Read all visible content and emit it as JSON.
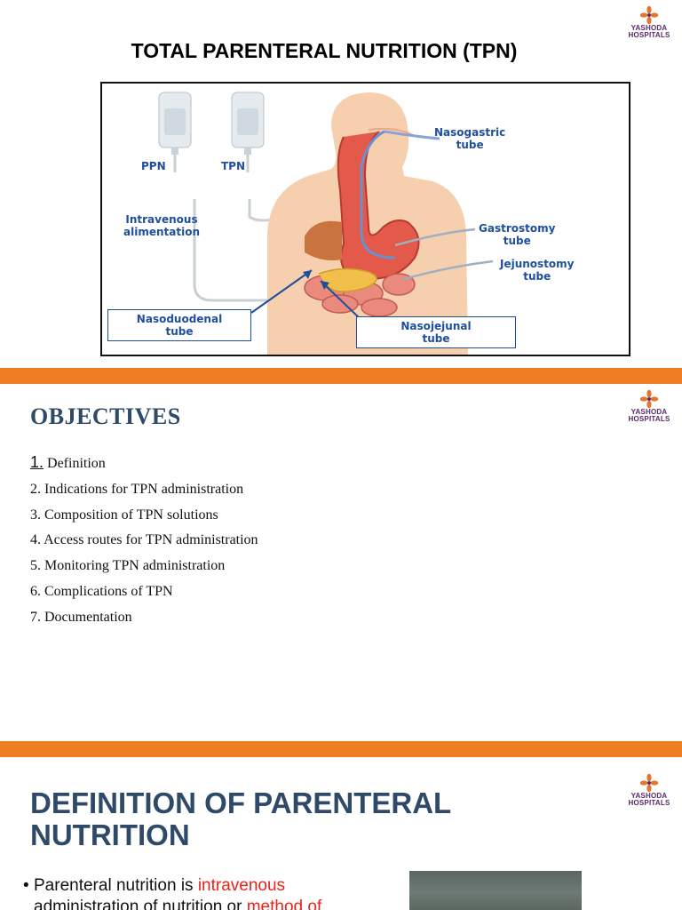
{
  "logo": {
    "line1": "YASHODA",
    "line2": "HOSPITALS",
    "color": "#5a2a6b",
    "accent": "#e8732a"
  },
  "divider_color": "#ef7d22",
  "slide1": {
    "title": "TOTAL PARENTERAL  NUTRITION (TPN)",
    "figure": {
      "labels": {
        "ppn": "PPN",
        "tpn": "TPN",
        "iv_line1": "Intravenous",
        "iv_line2": "alimentation",
        "nasogastric_line1": "Nasogastric",
        "nasogastric_line2": "tube",
        "gastrostomy_line1": "Gastrostomy",
        "gastrostomy_line2": "tube",
        "jejunostomy_line1": "Jejunostomy",
        "jejunostomy_line2": "tube",
        "nasoduodenal_line1": "Nasoduodenal",
        "nasoduodenal_line2": "tube",
        "nasojejunal_line1": "Nasojejunal",
        "nasojejunal_line2": "tube"
      }
    }
  },
  "slide2": {
    "title": "OBJECTIVES",
    "first_number": "1.",
    "first_text": " Definition",
    "items": [
      "2. Indications for TPN administration",
      "3. Composition of TPN solutions",
      "4. Access routes for TPN administration",
      "5. Monitoring TPN administration",
      "6. Complications of TPN",
      "7. Documentation"
    ]
  },
  "slide3": {
    "title_line1": "DEFINITION OF PARENTERAL",
    "title_line2": "NUTRITION",
    "bullet_plain1": "Parenteral nutrition is ",
    "bullet_red1": "intravenous",
    "bullet_plain2": "administration of nutrition or ",
    "bullet_red2": "method of"
  }
}
